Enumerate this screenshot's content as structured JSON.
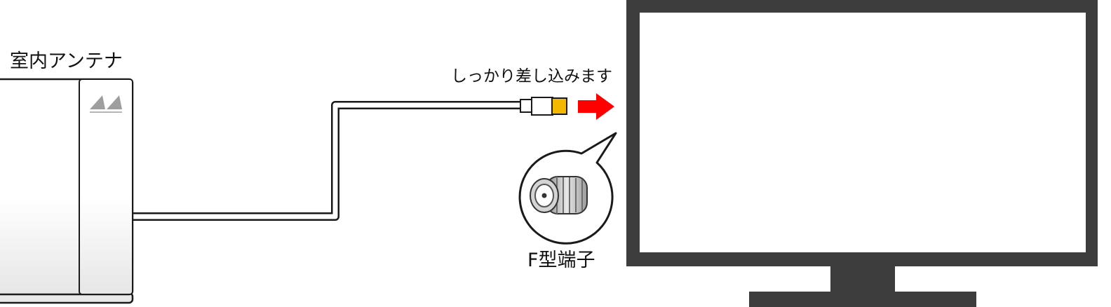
{
  "labels": {
    "antenna": "室内アンテナ",
    "insert_instruction": "しっかり差し込みます",
    "f_connector": "F型端子"
  },
  "colors": {
    "tv_frame": "#3d3d3d",
    "arrow": "#ff0000",
    "plug_tip": "#f5b800",
    "antenna_body": "#f2f2f2",
    "logo": "#9e9e9e",
    "outline": "#1a1a1a"
  },
  "icons": {
    "antenna_logo": "brand-logo-icon",
    "direction_arrow": "arrow-right-icon",
    "connector_zoom": "f-connector-icon"
  }
}
